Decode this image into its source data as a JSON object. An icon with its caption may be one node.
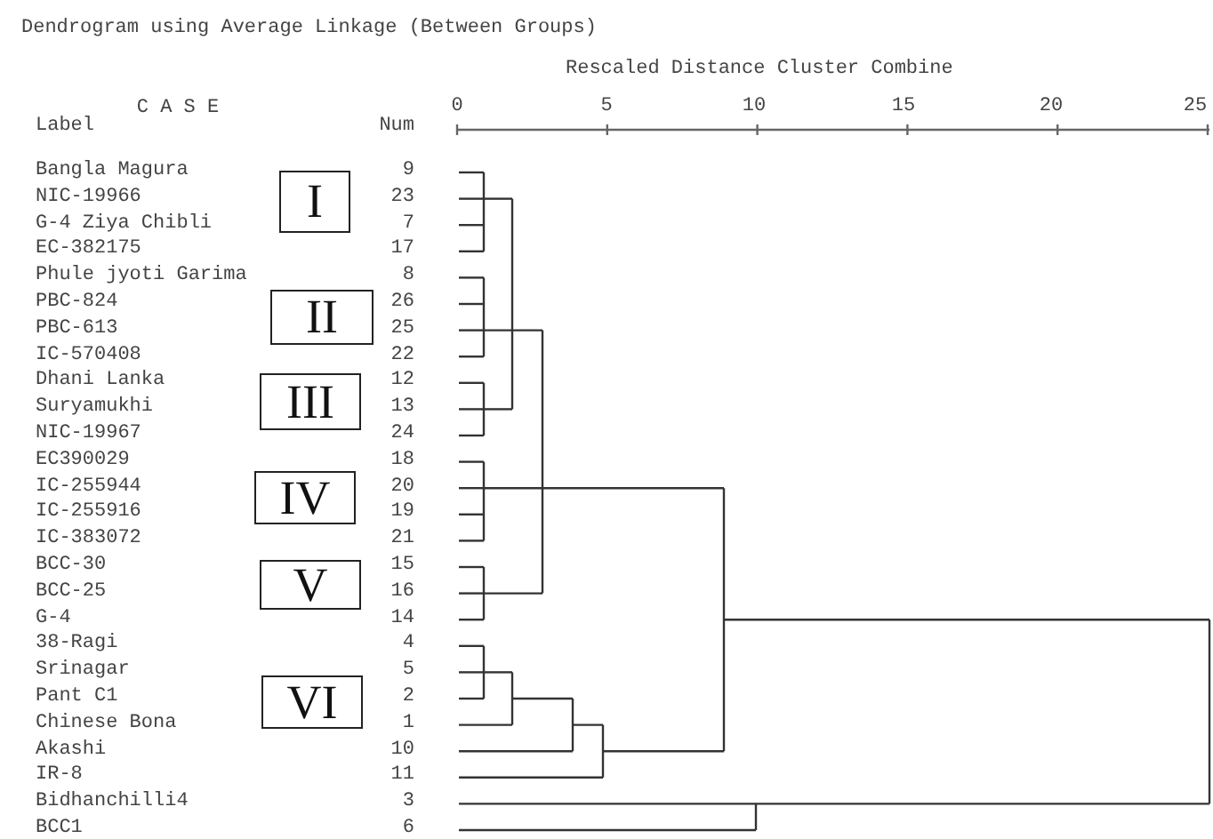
{
  "diagram": {
    "title": "Dendrogram using Average Linkage (Between Groups)",
    "nodes": [
      {
        "text": [
          "I"
        ]
      },
      {
        "text": [
          "II"
        ]
      },
      {
        "text": [
          "III"
        ]
      },
      {
        "text": [
          "IV"
        ]
      },
      {
        "text": [
          "V"
        ]
      },
      {
        "text": [
          "VI"
        ]
      }
    ],
    "edges": [],
    "labels": [
      "Rescaled Distance Cluster Combine",
      "C A S E",
      "0",
      "5",
      "10",
      "15",
      "20",
      "25",
      "Label",
      "Num",
      "Bangla Magura",
      "9",
      "NIC-19966",
      "23",
      "G-4 Ziya Chibli",
      "7",
      "EC-382175",
      "17",
      "Phule jyoti Garima",
      "8",
      "PBC-824",
      "26",
      "PBC-613",
      "25",
      "IC-570408",
      "22",
      "Dhani Lanka",
      "12",
      "Suryamukhi",
      "13",
      "NIC-19967",
      "24",
      "EC390029",
      "18",
      "IC-255944",
      "20",
      "IC-255916",
      "19",
      "IC-383072",
      "21",
      "BCC-30",
      "15",
      "BCC-25",
      "16",
      "G-4",
      "14",
      "38-Ragi",
      "4",
      "Srinagar",
      "5",
      "Pant C1",
      "2",
      "Chinese Bona",
      "1",
      "Akashi",
      "10",
      "IR-8",
      "11",
      "Bidhanchilli4",
      "3",
      "BCC1",
      "6"
    ]
  }
}
